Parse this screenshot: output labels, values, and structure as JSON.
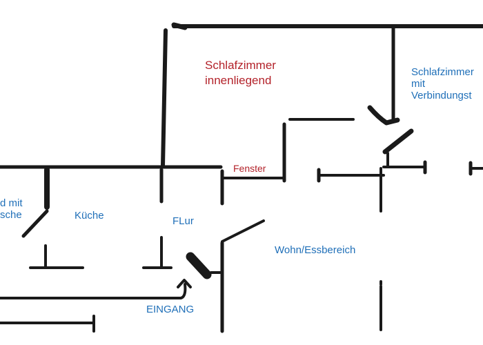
{
  "colors": {
    "wall": "#1a1a1a",
    "room_label": "#1f6fb8",
    "highlight_label": "#b3222a"
  },
  "labels": {
    "schlafzimmer_innen": "Schlafzimmer\ninnenliegend",
    "schlafzimmer_verbindung": "Schlafzimmer\nmit\nVerbindungst",
    "bad": "d mit\nsche",
    "kueche": "Küche",
    "flur": "FLur",
    "wohn": "Wohn/Essbereich",
    "fenster": "Fenster",
    "eingang": "EINGANG"
  },
  "icons": {
    "entrance_arrow": "curved-arrow-up"
  }
}
